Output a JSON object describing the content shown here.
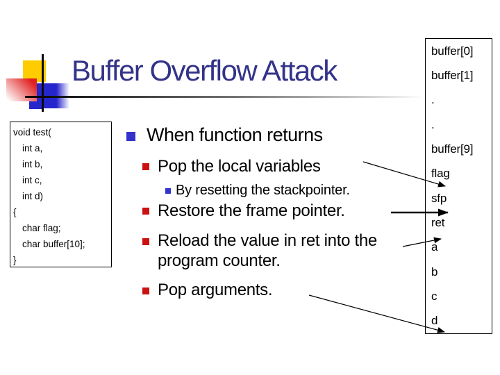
{
  "slide": {
    "title": "Buffer Overflow Attack"
  },
  "code_box": {
    "lines": [
      "void test(",
      "int a,",
      "int b,",
      "int c,",
      "int d)",
      "{",
      "char flag;",
      "char buffer[10];",
      "}"
    ]
  },
  "content": {
    "heading": "When function returns",
    "items": [
      "Pop the local variables",
      "By resetting the stackpointer.",
      "Restore the frame pointer.",
      "Reload the value in ret into the program counter.",
      "Pop arguments."
    ]
  },
  "stack": {
    "cells": [
      "buffer[0]",
      "buffer[1]",
      ".",
      ".",
      "buffer[9]",
      "flag",
      "sfp",
      "ret",
      "a",
      "b",
      "c",
      "d"
    ]
  },
  "colors": {
    "title_color": "#333389",
    "bullet_level1": "#3333cc",
    "bullet_level2": "#cc1111",
    "bullet_level3": "#3333cc",
    "logo_yellow": "#ffcc00",
    "logo_red": "#e02020",
    "logo_blue": "#2626cd",
    "text": "#000000",
    "background": "#ffffff"
  }
}
